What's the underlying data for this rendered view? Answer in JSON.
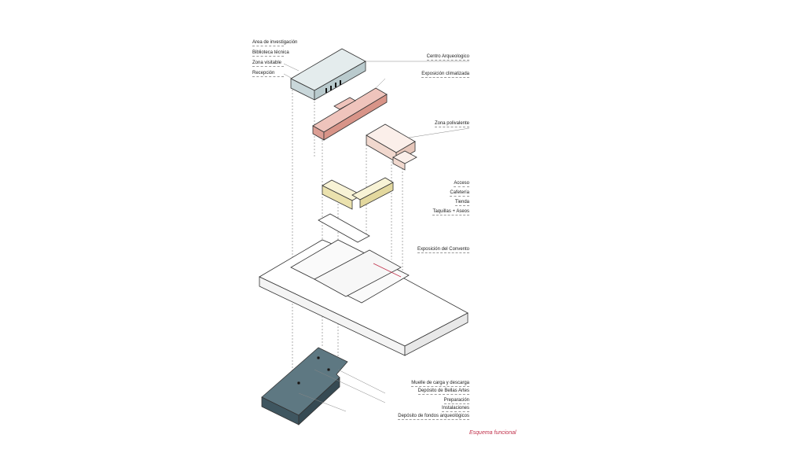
{
  "left_labels": [
    "Area de investigación",
    "Biblioteca técnica",
    "Zona visitable",
    "Recepción"
  ],
  "right_labels": [
    "Centro Arqueologico",
    "Exposición climatizada",
    "Zona polivalente",
    "Acceso",
    "Cafetería",
    "Tienda",
    "Taquillas + Aseos",
    "Exposición del Convento",
    "Muelle de carga y descarga",
    "Depósito de Bellas Artes",
    "Preparación",
    "Instalaciones",
    "Depósito de fondos arqueológicos"
  ],
  "caption": "Esquema funcional",
  "colors": {
    "research": "#d8e4e6",
    "climatized": "#e6b1a8",
    "multipurpose": "#f6e2da",
    "access": "#f3ecc2",
    "storage": "#4f6872",
    "caption": "#c0304a"
  }
}
